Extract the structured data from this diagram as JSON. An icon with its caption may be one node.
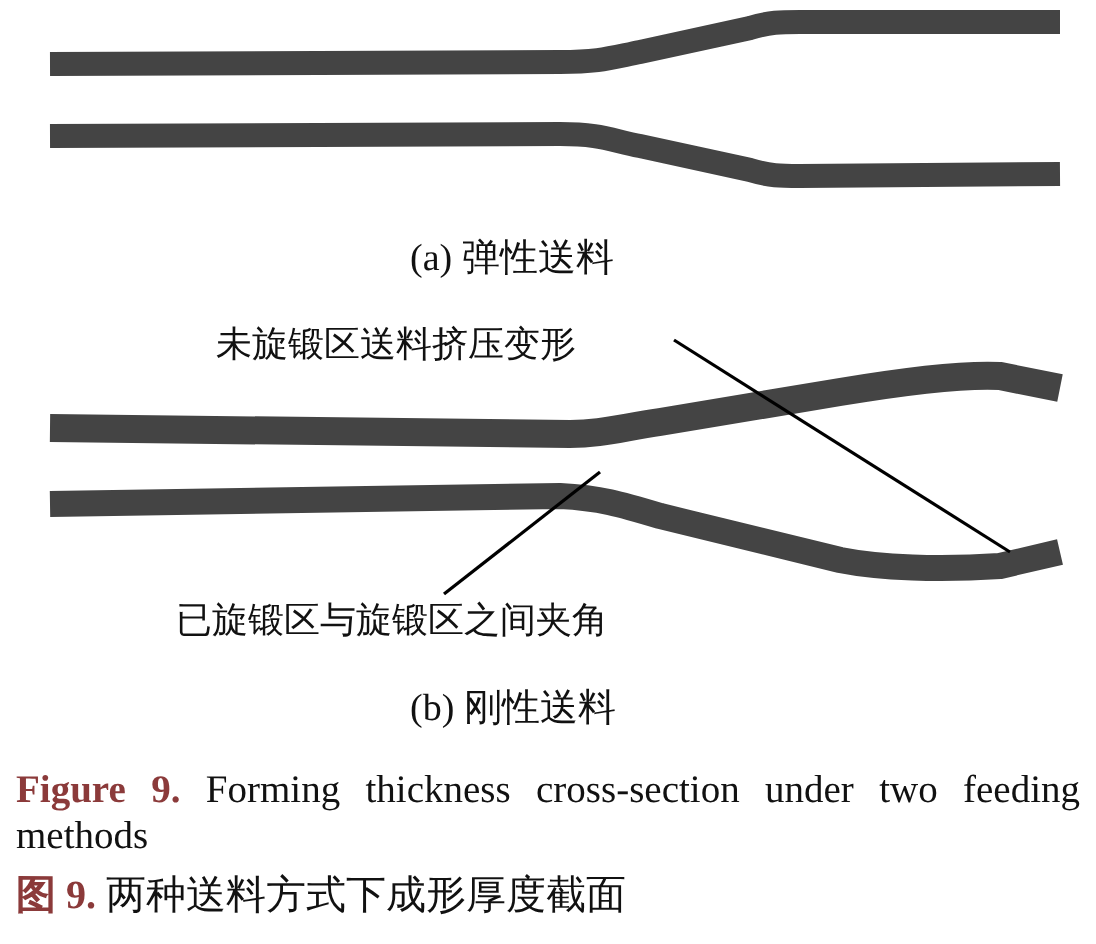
{
  "diagram": {
    "caption": "**Figure 9.** Forming thickness cross-section under two feeding methods",
    "nodes": [
      {
        "text": [
          "未旋锻区送料挤压变形"
        ]
      },
      {
        "text": [
          "已旋锻区与旋锻区之间夹角"
        ]
      }
    ],
    "edges": [
      {
        "from": 0,
        "to": null,
        "arrow": "none"
      },
      {
        "from": 1,
        "to": null,
        "arrow": "none"
      }
    ],
    "labels": [
      "(a) 弹性送料",
      "(b) 刚性送料",
      "图 9. 两种送料方式下成形厚度截面"
    ]
  }
}
